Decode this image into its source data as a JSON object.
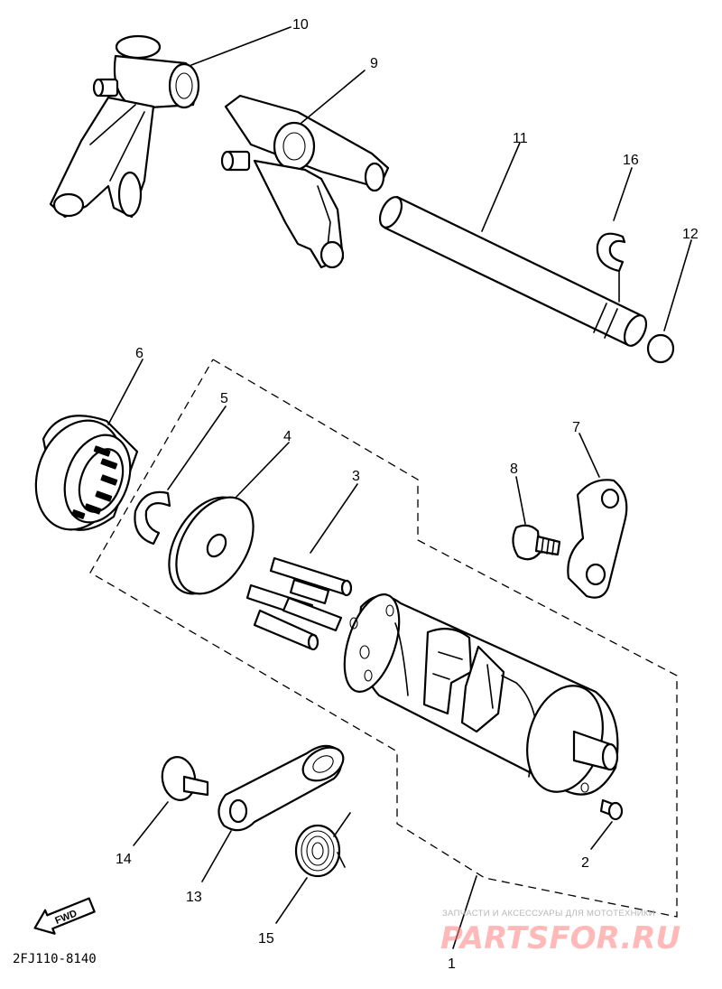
{
  "diagram": {
    "callouts": [
      "1",
      "2",
      "3",
      "4",
      "5",
      "6",
      "7",
      "8",
      "9",
      "10",
      "11",
      "12",
      "13",
      "14",
      "15",
      "16"
    ],
    "drawing_code": "2FJ110-8140",
    "fwd_label": "FWD"
  },
  "watermark": {
    "caption": "ЗАПЧАСТИ И АКСЕССУАРЫ ДЛЯ МОТОТЕХНИКИ",
    "brand": "PARTSFOR.RU"
  },
  "colors": {
    "line": "#000000",
    "paper": "#ffffff",
    "watermark": "#ff8080"
  }
}
